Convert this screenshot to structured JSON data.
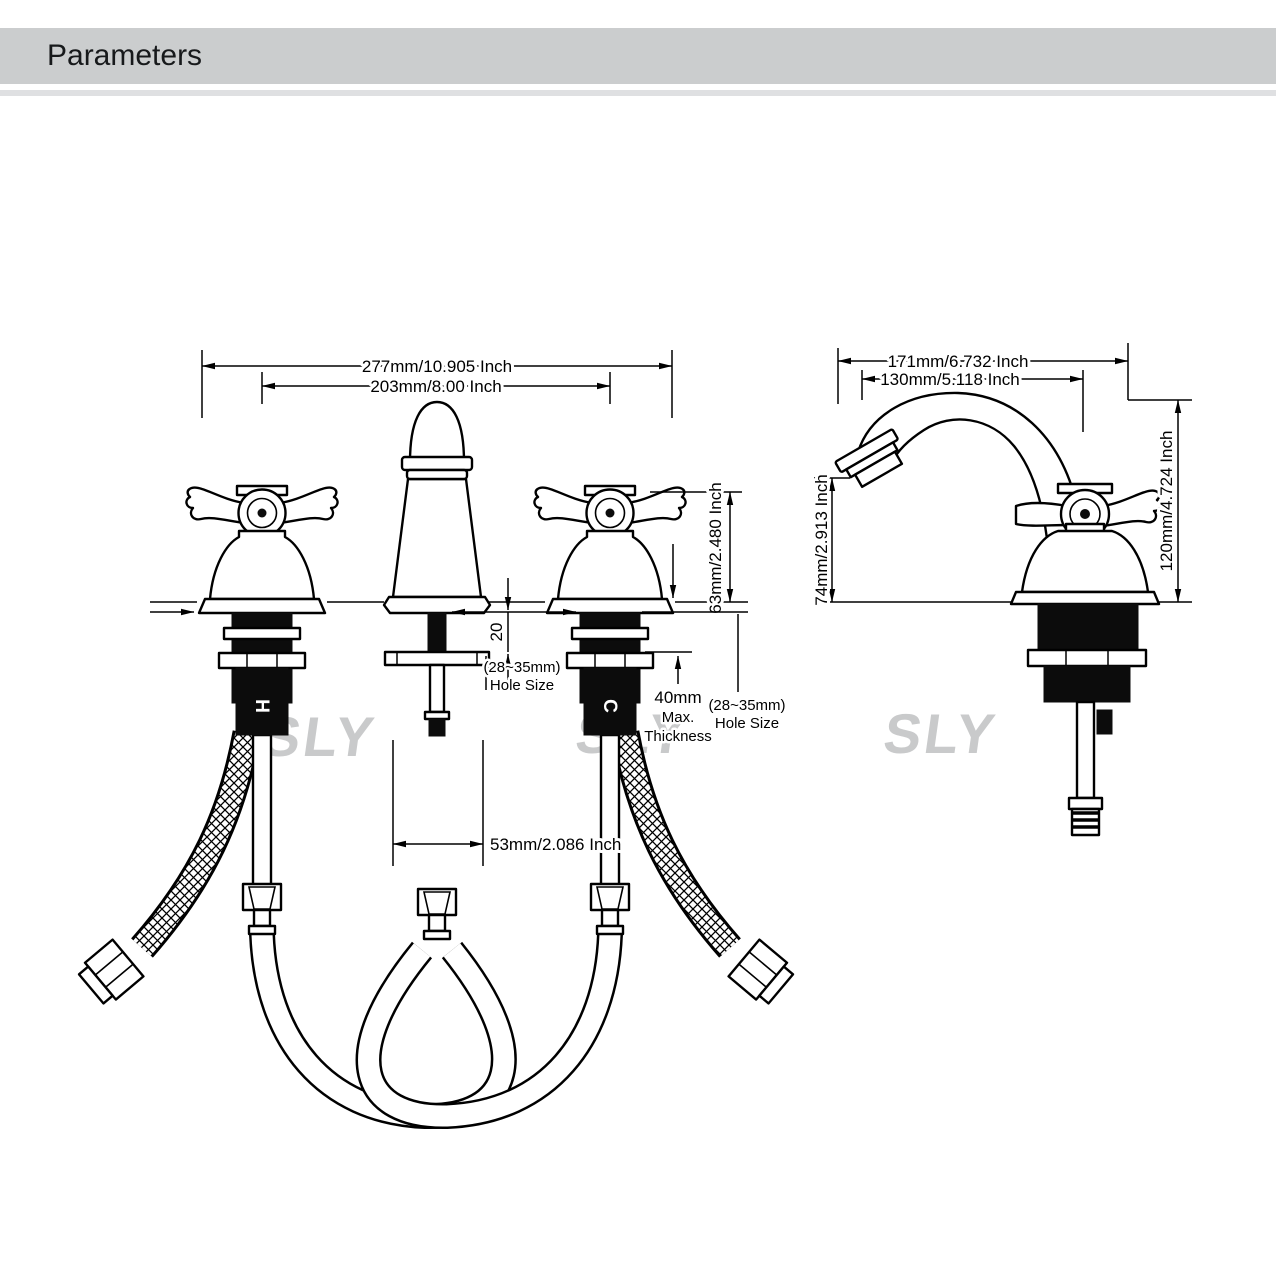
{
  "header": {
    "title": "Parameters"
  },
  "watermarks": {
    "text": "SLY"
  },
  "front_view": {
    "dim_overall_width": "277mm/10.905 Inch",
    "dim_handle_spacing": "203mm/8.00 Inch",
    "dim_handle_height": "63mm/2.480 Inch",
    "dim_deck_gap": "20",
    "dim_base_width": "53mm/2.086 Inch",
    "hole_size_spout_line1": "(28~35mm)",
    "hole_size_spout_line2": "Hole Size",
    "max_thickness_line1": "40mm",
    "max_thickness_line2": "Max.",
    "max_thickness_line3": "Thickness",
    "hole_size_handle_line1": "(28~35mm)",
    "hole_size_handle_line2": "Hole Size",
    "hot_marking": "H",
    "cold_marking": "C"
  },
  "side_view": {
    "dim_overall_depth": "171mm/6.732 Inch",
    "dim_spout_reach": "130mm/5.118 Inch",
    "dim_spout_height": "74mm/2.913 Inch",
    "dim_overall_height": "120mm/4.724 Inch"
  }
}
